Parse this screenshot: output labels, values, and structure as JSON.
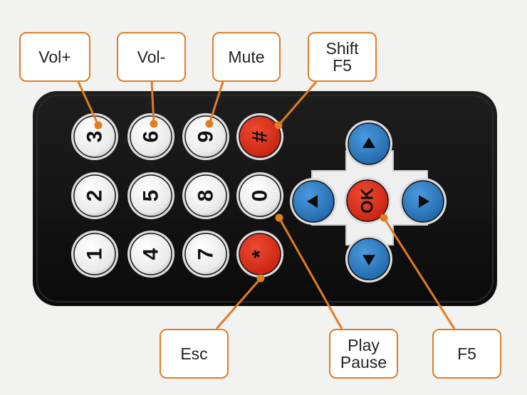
{
  "colors": {
    "callout_border": "#e07d22",
    "remote_body": "#121212",
    "key_white": "#f4f4f4",
    "key_red": "#e0321d",
    "key_blue": "#2d7fc7"
  },
  "remote": {
    "number_keys": [
      {
        "label": "3"
      },
      {
        "label": "6"
      },
      {
        "label": "9"
      },
      {
        "label": "2"
      },
      {
        "label": "5"
      },
      {
        "label": "8"
      },
      {
        "label": "0"
      },
      {
        "label": "1"
      },
      {
        "label": "4"
      },
      {
        "label": "7"
      }
    ],
    "symbol_keys": [
      {
        "label": "#"
      },
      {
        "label": "*"
      }
    ],
    "ok_key": {
      "label": "OK"
    },
    "arrow_keys": [
      {
        "name": "up",
        "icon": "up-arrow-icon"
      },
      {
        "name": "left",
        "icon": "left-arrow-icon"
      },
      {
        "name": "right",
        "icon": "right-arrow-icon"
      },
      {
        "name": "down",
        "icon": "down-arrow-icon"
      }
    ]
  },
  "callouts": [
    {
      "text": "Vol+"
    },
    {
      "text": "Vol-"
    },
    {
      "text": "Mute"
    },
    {
      "text": "Shift\nF5"
    },
    {
      "text": "Esc"
    },
    {
      "text": "Play\nPause"
    },
    {
      "text": "F5"
    }
  ]
}
